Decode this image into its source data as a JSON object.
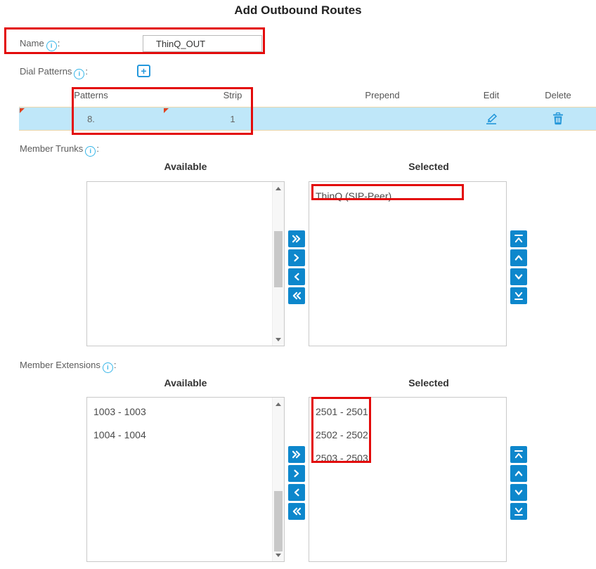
{
  "ui": {
    "colon": ":",
    "info_glyph": "i",
    "plus_glyph": "+"
  },
  "page": {
    "title": "Add Outbound Routes"
  },
  "name_field": {
    "label": "Name",
    "value": "ThinQ_OUT"
  },
  "dial_patterns": {
    "label": "Dial Patterns",
    "table": {
      "headers": [
        "Patterns",
        "Strip",
        "Prepend",
        "Edit",
        "Delete"
      ],
      "rows": [
        {
          "patterns": "8.",
          "strip": "1",
          "prepend": ""
        }
      ]
    }
  },
  "member_trunks": {
    "label": "Member Trunks",
    "available_header": "Available",
    "selected_header": "Selected",
    "available_items": [],
    "selected_items": [
      "ThinQ (SIP-Peer)"
    ]
  },
  "member_extensions": {
    "label": "Member Extensions",
    "available_header": "Available",
    "selected_header": "Selected",
    "available_items": [
      "1003 - 1003",
      "1004 - 1004"
    ],
    "selected_items": [
      "2501 - 2501",
      "2502 - 2502",
      "2503 - 2503"
    ]
  },
  "colors": {
    "accent_blue": "#0d87cc",
    "icon_blue": "#2196d9",
    "info_blue": "#35b5e8",
    "row_highlight": "#bfe7f9",
    "row_border": "#eed7a9",
    "annotation_red": "#e30b0b",
    "cell_flag_orange": "#e0421f"
  }
}
